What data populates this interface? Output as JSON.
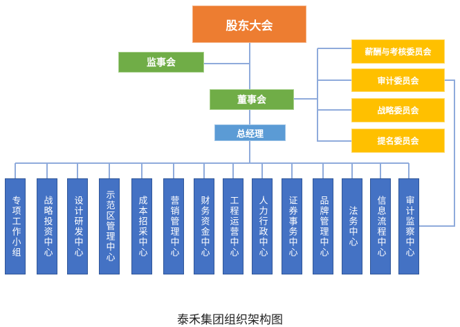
{
  "title_box": {
    "label": "股东大会"
  },
  "supervisory_board": {
    "label": "监事会"
  },
  "board_of_directors": {
    "label": "董事会"
  },
  "general_manager": {
    "label": "总经理"
  },
  "committees": [
    {
      "label": "薪酬与考核委员会"
    },
    {
      "label": "审计委员会"
    },
    {
      "label": "战略委员会"
    },
    {
      "label": "提名委员会"
    }
  ],
  "departments": [
    {
      "label": "专项工作小组"
    },
    {
      "label": "战略投资中心"
    },
    {
      "label": "设计研发中心"
    },
    {
      "label": "示范区管理中心"
    },
    {
      "label": "成本招采中心"
    },
    {
      "label": "营销管理中心"
    },
    {
      "label": "财务资金中心"
    },
    {
      "label": "工程运营中心"
    },
    {
      "label": "人力行政中心"
    },
    {
      "label": "证券事务中心"
    },
    {
      "label": "品牌管理中心"
    },
    {
      "label": "法务中心"
    },
    {
      "label": "信息流程中心"
    },
    {
      "label": "审计监察中心"
    }
  ],
  "caption": "泰禾集团组织架构图",
  "colors": {
    "shareholders": "#ed7d31",
    "boards": "#70ad47",
    "general_manager": "#5b9bd5",
    "committees": "#ffc000",
    "departments": "#4472c4",
    "connector": "#8eaadb"
  }
}
